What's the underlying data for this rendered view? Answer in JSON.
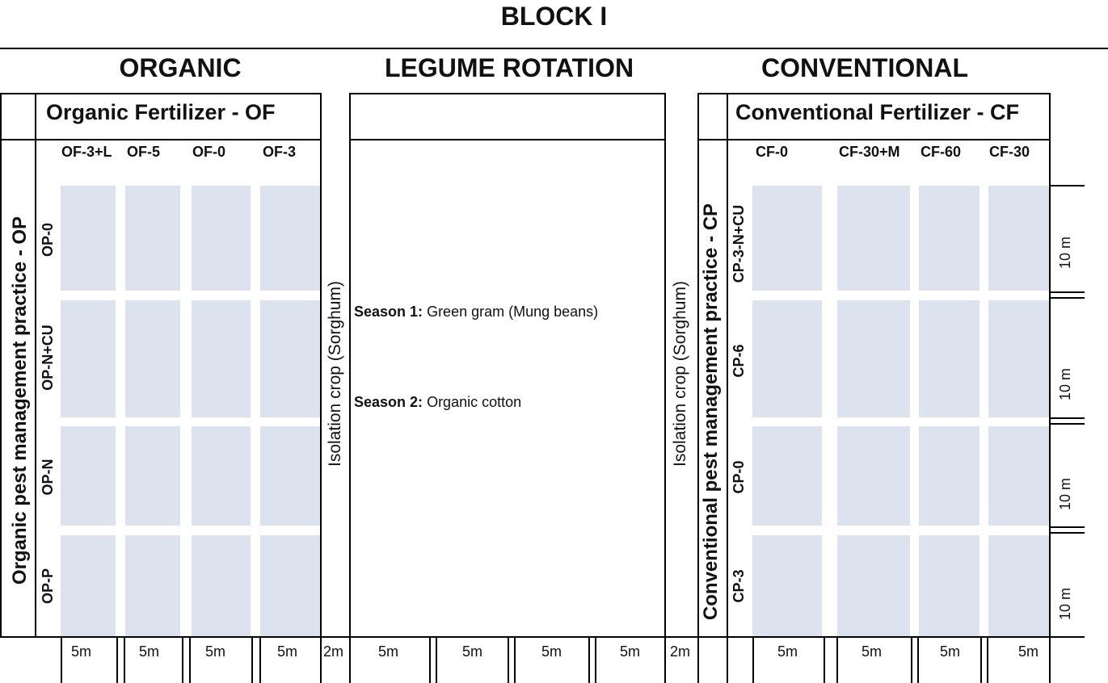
{
  "block_title": "BLOCK I",
  "sections": {
    "organic": "ORGANIC",
    "legume": "LEGUME ROTATION",
    "conventional": "CONVENTIONAL"
  },
  "organic": {
    "fertilizer_title": "Organic Fertilizer - OF",
    "columns": [
      "OF-3+L",
      "OF-5",
      "OF-0",
      "OF-3"
    ],
    "pest_title": "Organic pest management practice - OP",
    "rows": [
      "OP-0",
      "OP-N+CU",
      "OP-N",
      "OP-P"
    ],
    "widths": [
      "5m",
      "5m",
      "5m",
      "5m"
    ]
  },
  "legume": {
    "season1_label": "Season 1:",
    "season1_crop": "Green gram (Mung beans)",
    "season2_label": "Season 2:",
    "season2_crop": "Organic cotton",
    "widths": [
      "5m",
      "5m",
      "5m",
      "5m"
    ]
  },
  "isolation": {
    "left": "Isolation crop (Sorghum)",
    "right": "Isolation crop (Sorghum)",
    "left_width": "2m",
    "right_width": "2m"
  },
  "conventional": {
    "fertilizer_title": "Conventional Fertilizer - CF",
    "columns": [
      "CF-0",
      "CF-30+M",
      "CF-60",
      "CF-30"
    ],
    "pest_title": "Conventional pest management practice - CP",
    "rows": [
      "CP-3-N+CU",
      "CP-6",
      "CP-0",
      "CP-3"
    ],
    "widths": [
      "5m",
      "5m",
      "5m",
      "5m"
    ],
    "row_heights": [
      "10 m",
      "10 m",
      "10 m",
      "10 m"
    ]
  },
  "colors": {
    "plot_fill": "#dce3ee",
    "line": "#000000"
  }
}
